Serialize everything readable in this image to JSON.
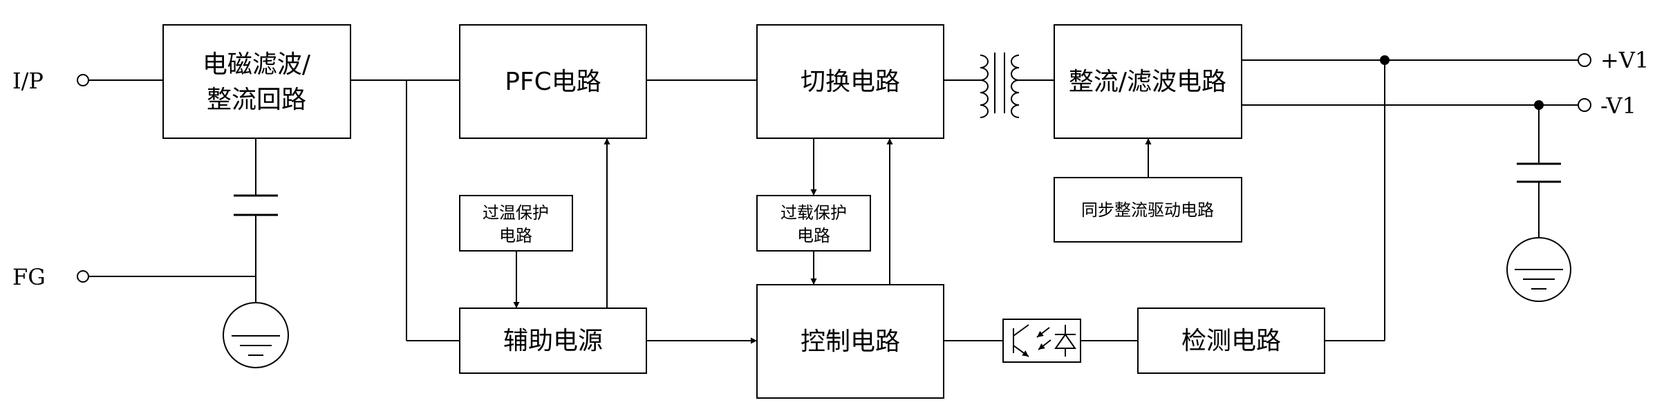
{
  "ports": {
    "input": "I/P",
    "ground": "FG",
    "pos_out": "+V1",
    "neg_out": "-V1"
  },
  "blocks": {
    "emi_filter": {
      "line1": "电磁滤波/",
      "line2": "整流回路"
    },
    "pfc": "PFC电路",
    "switching": "切换电路",
    "rectify": "整流/滤波电路",
    "over_temp": {
      "line1": "过温保护",
      "line2": "电路"
    },
    "aux_power": "辅助电源",
    "overload": {
      "line1": "过载保护",
      "line2": "电路"
    },
    "control": "控制电路",
    "sync_rect": "同步整流驱动电路",
    "detect": "检测电路"
  }
}
